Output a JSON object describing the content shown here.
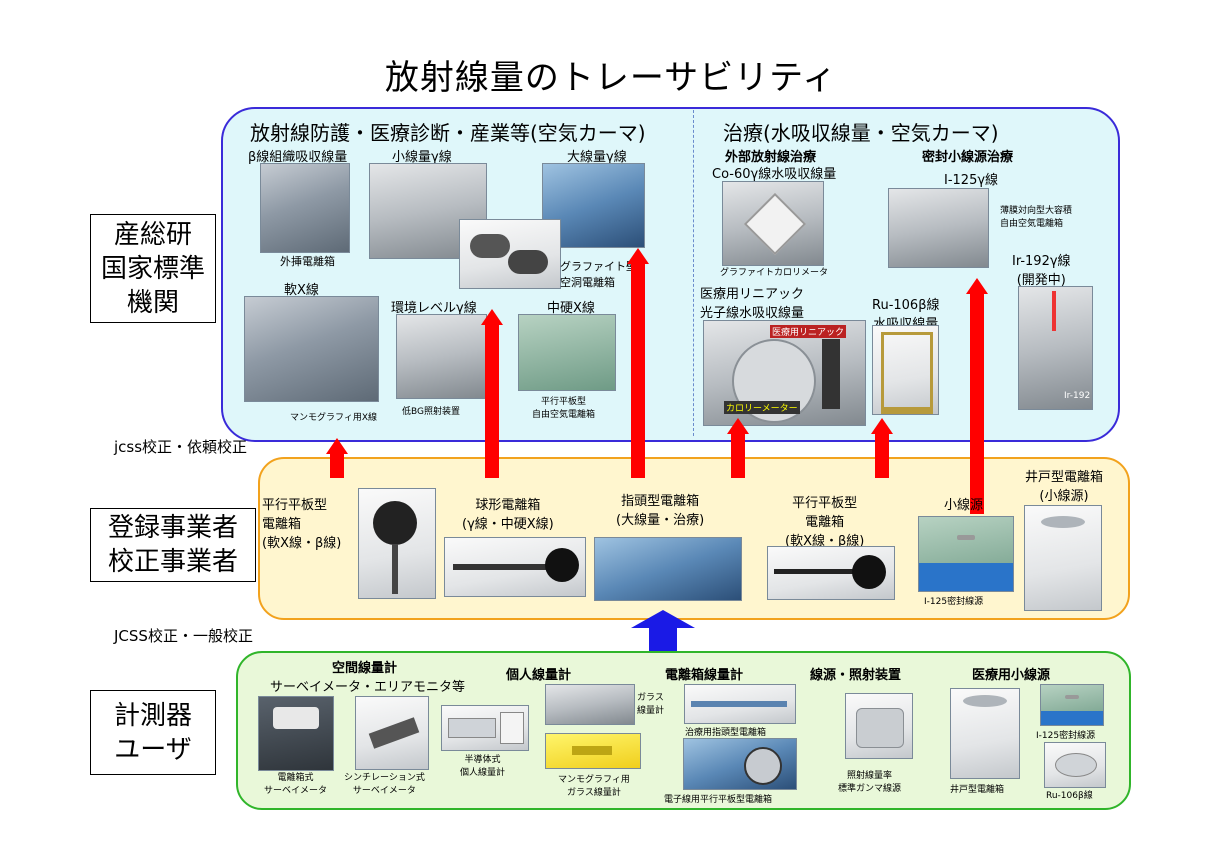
{
  "title": "放射線量のトレーサビリティ",
  "side_labels": {
    "aist": "産総研\n国家標準\n機関",
    "registered": "登録事業者\n校正事業者",
    "users": "計測器\nユーザ"
  },
  "flow_labels": {
    "jcss_request": "jcss校正・依頼校正",
    "jcss_general": "JCSS校正・一般校正"
  },
  "top_left": {
    "heading": "放射線防護・医療診断・産業等(空気カーマ)",
    "beta_tissue": "β線組織吸収線量",
    "small_gamma": "小線量γ線",
    "large_gamma": "大線量γ線",
    "extrap_chamber": "外挿電離箱",
    "graphite_cavity": "グラファイト壁\n空洞電離箱",
    "soft_xray": "軟X線",
    "env_gamma": "環境レベルγ線",
    "mid_xray": "中硬X線",
    "mammo_xray": "マンモグラフィ用X線",
    "low_bg": "低BG照射装置",
    "parallel_free_air": "平行平板型\n自由空気電離箱"
  },
  "top_right": {
    "heading": "治療(水吸収線量・空気カーマ)",
    "external": "外部放射線治療",
    "co60": "Co-60γ線水吸収線量",
    "graphite_calorimeter": "グラファイトカロリメータ",
    "linac": "医療用リニアック\n光子線水吸収線量",
    "sealed": "密封小線源治療",
    "i125": "I-125γ線",
    "thin_film": "薄膜対向型大容積\n自由空気電離箱",
    "ir192": "Ir-192γ線\n(開発中)",
    "ru106": "Ru-106β線\n水吸収線量",
    "calorimeter_tag": "カロリーメーター",
    "linac_tag": "医療用リニアック",
    "ir_tag": "Ir-192"
  },
  "middle": {
    "parallel_soft": "平行平板型\n電離箱\n(軟X線・β線)",
    "spherical": "球形電離箱\n(γ線・中硬X線)",
    "thimble": "指頭型電離箱\n(大線量・治療)",
    "parallel_beta": "平行平板型\n電離箱\n(軟X線・β線)",
    "small_source": "小線源",
    "i125_sealed": "I-125密封線源",
    "well_chamber": "井戸型電離箱\n(小線源)"
  },
  "bottom": {
    "space_meter": "空間線量計",
    "survey": "サーベイメータ・エリアモニタ等",
    "ion_survey": "電離箱式\nサーベイメータ",
    "scint_survey": "シンチレーション式\nサーベイメータ",
    "personal": "個人線量計",
    "semiconductor": "半導体式\n個人線量計",
    "glass": "ガラス\n線量計",
    "mammo_glass": "マンモグラフィ用\nガラス線量計",
    "chamber_meter": "電離箱線量計",
    "therapy_thimble": "治療用指頭型電離箱",
    "electron_parallel": "電子線用平行平板型電離箱",
    "source_irradiator": "線源・照射装置",
    "standard_gamma": "照射線量率\n標準ガンマ線源",
    "medical_small": "医療用小線源",
    "well_type": "井戸型電離箱",
    "i125": "I-125密封線源",
    "ru106": "Ru-106β線"
  }
}
